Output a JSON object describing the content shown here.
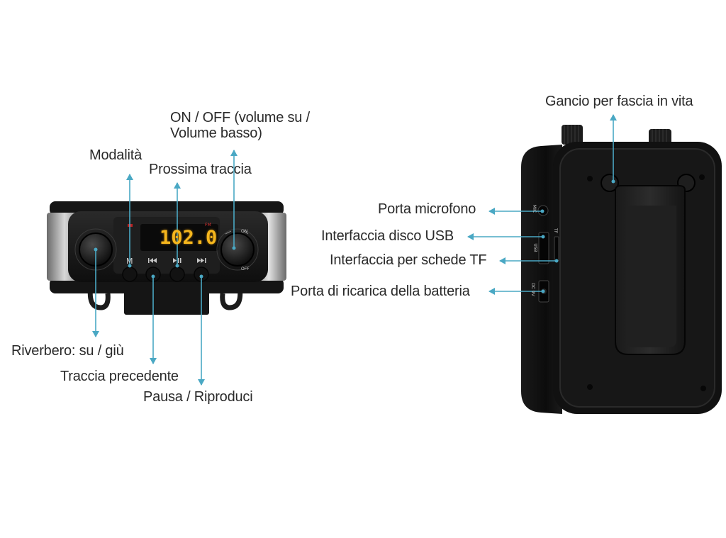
{
  "colors": {
    "callout": "#4aa8c4",
    "lcd": "#f5b61d",
    "device_dark": "#141414",
    "panel_silver": "#9a9a9a"
  },
  "labels": {
    "on_off": "ON / OFF (volume su / Volume basso)",
    "modalita": "Modalità",
    "prossima": "Prossima traccia",
    "riverbero": "Riverbero: su / giù",
    "precedente": "Traccia precedente",
    "pausa": "Pausa / Riproduci",
    "gancio": "Gancio per fascia in vita",
    "microfono": "Porta microfono",
    "usb": "Interfaccia disco USB",
    "tf": "Interfaccia per schede TF",
    "ricarica": "Porta di ricarica della batteria"
  },
  "device_front": {
    "display": "102.0",
    "fm_tag": "FM",
    "mode_button": "M",
    "prev_icon": "prev-track-icon",
    "play_icon": "play-pause-icon",
    "next_icon": "next-track-icon",
    "knob_right_on": "ON",
    "knob_right_off": "OFF"
  },
  "device_side": {
    "mic_port": "MIC",
    "usb_port": "USB",
    "tf_port": "TF",
    "dc_port": "DC 9V"
  }
}
